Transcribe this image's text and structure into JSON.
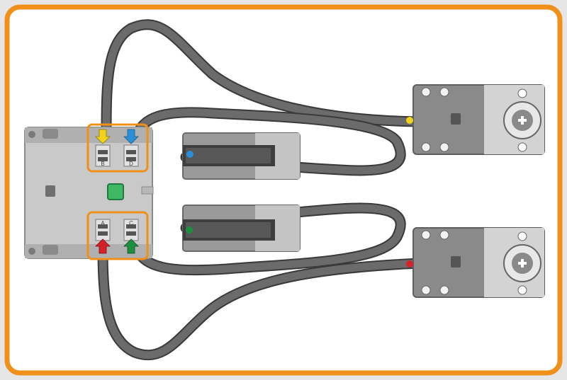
{
  "colors": {
    "frame_orange": "#f0901a",
    "background": "#ffffff",
    "outer_bg": "#e6e6e6",
    "cable": "#4a4a4a",
    "hub_body": "#c9c9c9",
    "motor_dark": "#8a8a8a",
    "motor_light": "#d3d3d3",
    "button_green": "#3fb865"
  },
  "hub": {
    "ports": [
      {
        "id": "B",
        "label": "B",
        "arrow_color": "#f2d21a",
        "arrow_dir": "down",
        "icon": "arrow-down-icon"
      },
      {
        "id": "D",
        "label": "D",
        "arrow_color": "#2a8fd6",
        "arrow_dir": "down",
        "icon": "arrow-down-icon"
      },
      {
        "id": "A",
        "label": "A",
        "arrow_color": "#d6202a",
        "arrow_dir": "up",
        "icon": "arrow-up-icon"
      },
      {
        "id": "C",
        "label": "C",
        "arrow_color": "#1e8f3e",
        "arrow_dir": "up",
        "icon": "arrow-up-icon"
      }
    ]
  },
  "cable_dots": [
    {
      "id": "yellow",
      "color": "#f2d21a"
    },
    {
      "id": "blue",
      "color": "#2a8fd6"
    },
    {
      "id": "green",
      "color": "#1e8f3e"
    },
    {
      "id": "red",
      "color": "#d6202a"
    }
  ]
}
